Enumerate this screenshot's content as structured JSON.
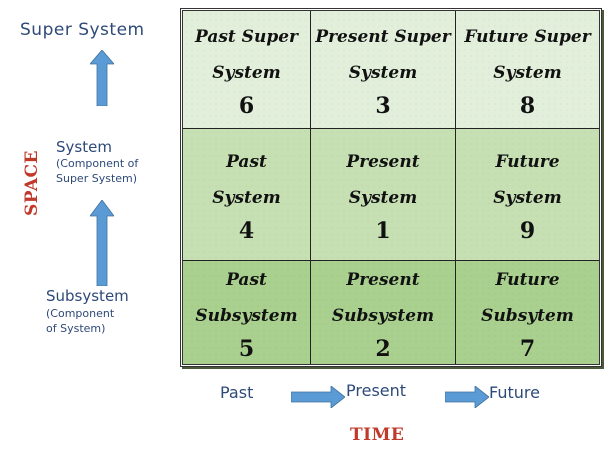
{
  "space_axis": {
    "title": "SPACE",
    "levels": [
      {
        "label": "Super System",
        "sublabel_lines": []
      },
      {
        "label": "System",
        "sublabel_lines": [
          "(Component of",
          "Super System)"
        ]
      },
      {
        "label": "Subsystem",
        "sublabel_lines": [
          "(Component",
          "of System)"
        ]
      }
    ]
  },
  "time_axis": {
    "title": "TIME",
    "levels": [
      "Past",
      "Present",
      "Future"
    ]
  },
  "grid": {
    "rows": [
      {
        "cells": [
          {
            "line1": "Past Super",
            "line2": "System",
            "number": "6"
          },
          {
            "line1": "Present Super",
            "line2": "System",
            "number": "3"
          },
          {
            "line1": "Future Super",
            "line2": "System",
            "number": "8"
          }
        ]
      },
      {
        "cells": [
          {
            "line1": "Past",
            "line2": "System",
            "number": "4"
          },
          {
            "line1": "Present",
            "line2": "System",
            "number": "1"
          },
          {
            "line1": "Future",
            "line2": "System",
            "number": "9"
          }
        ]
      },
      {
        "cells": [
          {
            "line1": "Past",
            "line2": "Subsystem",
            "number": "5"
          },
          {
            "line1": "Present",
            "line2": "Subsystem",
            "number": "2"
          },
          {
            "line1": "Future",
            "line2": "Subsytem",
            "number": "7"
          }
        ]
      }
    ]
  },
  "colors": {
    "label_blue": "#2e4a78",
    "axis_red": "#c0392b",
    "arrow_blue": "#5b9bd5",
    "row_top": "#e2efda",
    "row_middle": "#c6e0b4",
    "row_bottom": "#a9d08e"
  }
}
